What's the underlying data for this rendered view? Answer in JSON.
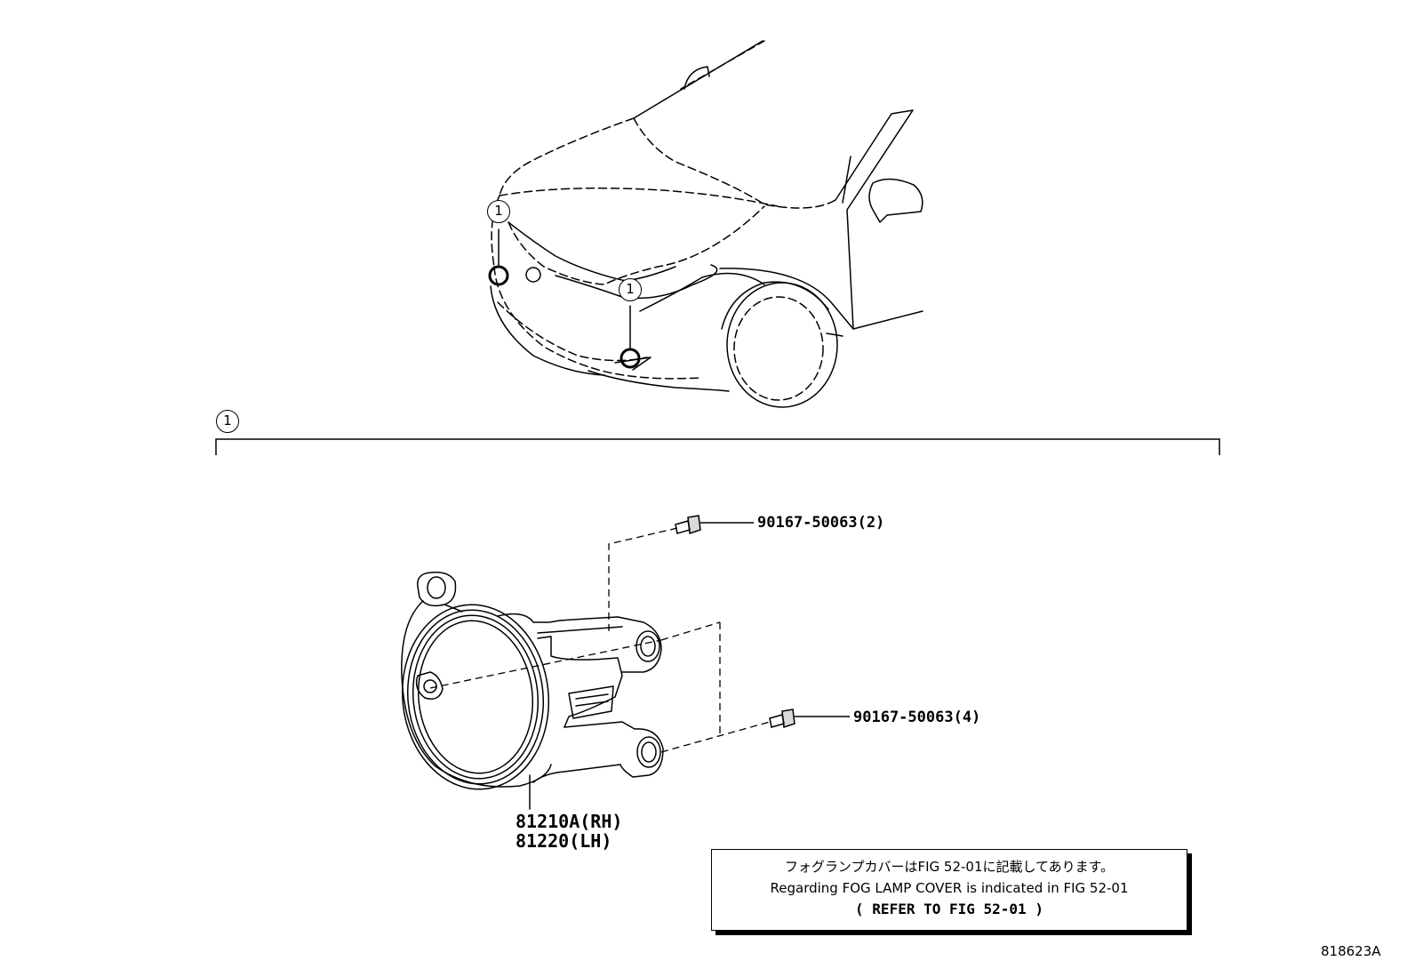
{
  "callouts": {
    "marker": "1"
  },
  "parts": {
    "bolt_upper": "90167-50063(2)",
    "bolt_lower": "90167-50063(4)",
    "fog_lamp_rh": "81210A(RH)",
    "fog_lamp_lh": "81220(LH)"
  },
  "note": {
    "line_ja": "フォグランプカバーはFIG 52-01に記載してあります。",
    "line_en": "Regarding FOG LAMP COVER is indicated in FIG 52-01",
    "line_ref": "( REFER TO FIG 52-01 )"
  },
  "figure_code": "818623A"
}
